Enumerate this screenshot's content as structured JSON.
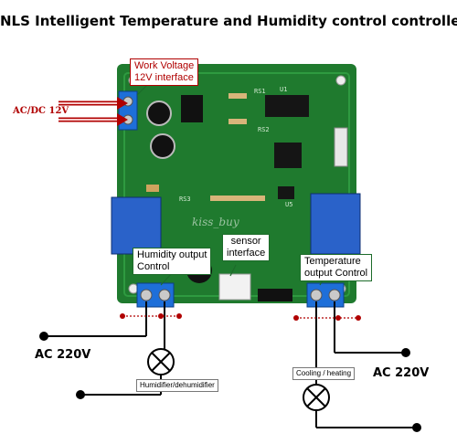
{
  "title": "NLS Intelligent Temperature and Humidity control controller",
  "callouts": {
    "work_voltage_line1": "Work Voltage",
    "work_voltage_line2": "12V interface",
    "humidity_line1": "Humidity output",
    "humidity_line2": "Control",
    "sensor_line1": "sensor",
    "sensor_line2": "interface",
    "temperature_line1": "Temperature",
    "temperature_line2": "output Control"
  },
  "power_input_label": "AC/DC 12V",
  "ac_left": "AC 220V",
  "ac_right": "AC 220V",
  "lamp_left_label": "Humidifier/dehumidifier",
  "lamp_right_label": "Cooling / heating",
  "board_silkscreen": {
    "u1": "U1",
    "rs1": "RS1",
    "rs2": "RS2",
    "rs3": "RS3",
    "u5": "U5"
  },
  "watermark": "kiss_buy",
  "colors": {
    "pcb": "#1f7a2e",
    "terminal": "#1e6fd9",
    "relay": "#2a62c9",
    "callout_border": "#b00000",
    "wire": "#000000",
    "node": "#b00000"
  }
}
